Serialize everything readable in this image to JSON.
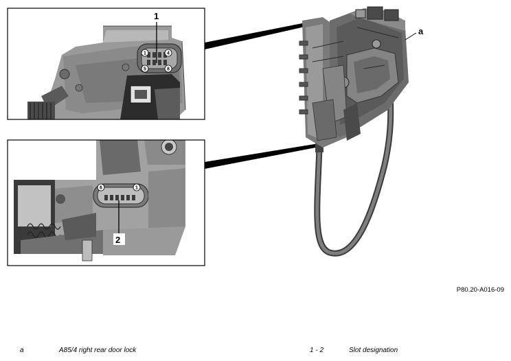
{
  "inset_top": {
    "callout": "1",
    "pins": {
      "p1": "1",
      "p4": "4",
      "p5": "5",
      "p8": "8"
    }
  },
  "inset_bottom": {
    "callout": "2",
    "pins": {
      "p6": "6",
      "p1": "1"
    }
  },
  "main_callout": "a",
  "reference_code": "P80.20-A016-09",
  "legend": [
    {
      "key": "a",
      "text": "A85/4 right rear door lock"
    },
    {
      "key": "1 - 2",
      "text": "Slot designation"
    }
  ],
  "colors": {
    "metal_dark": "#4a4a4a",
    "metal_mid": "#8c8c8c",
    "metal_light": "#c4c4c4",
    "frame": "#000000"
  }
}
